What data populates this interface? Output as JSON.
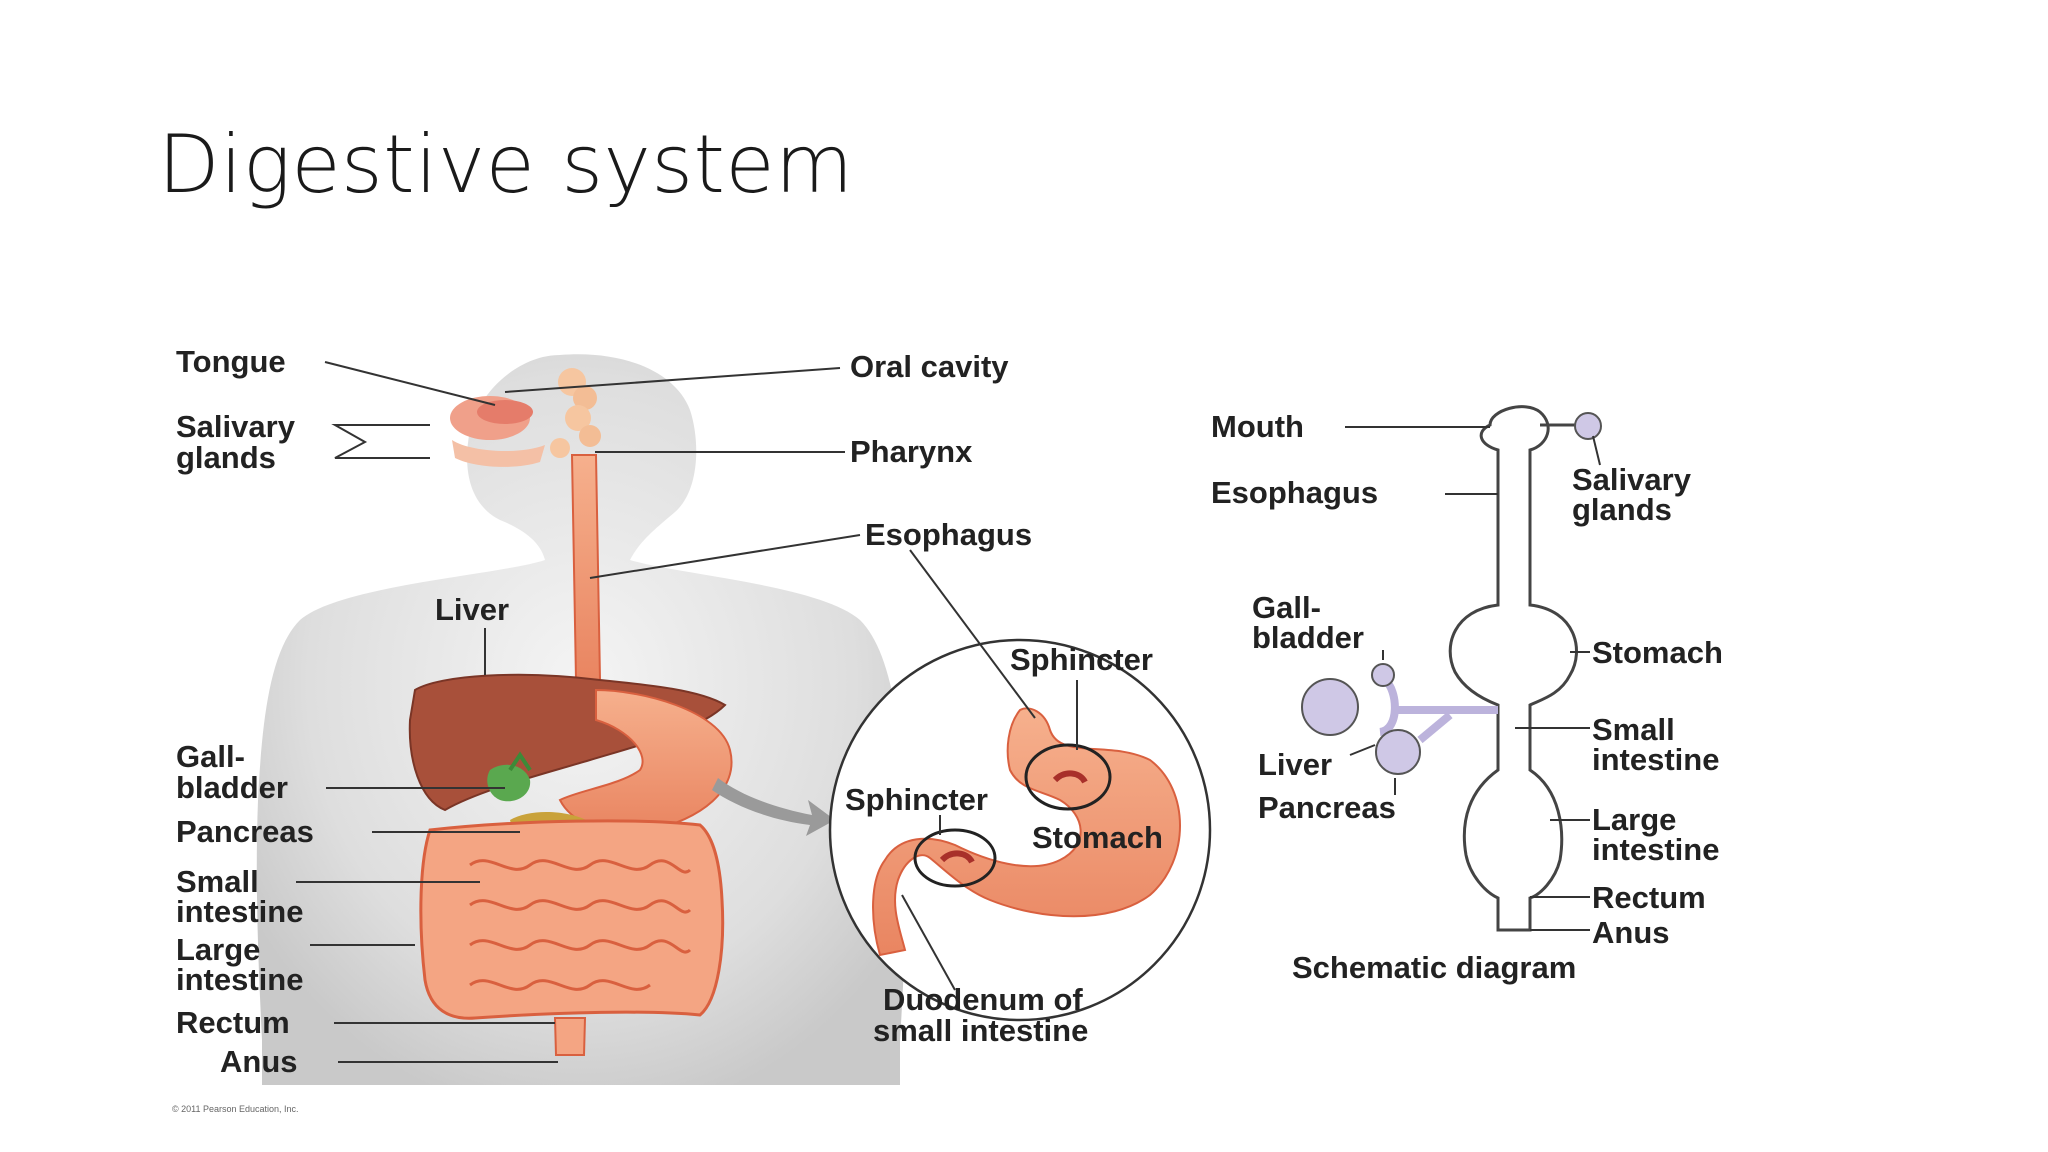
{
  "slide": {
    "title": "Digestive system"
  },
  "anatomy_labels": {
    "tongue": "Tongue",
    "salivary_glands": [
      "Salivary",
      "glands"
    ],
    "oral_cavity": "Oral cavity",
    "pharynx": "Pharynx",
    "esophagus": "Esophagus",
    "liver": "Liver",
    "gallbladder": [
      "Gall-",
      "bladder"
    ],
    "pancreas": "Pancreas",
    "small_intestine": [
      "Small",
      "intestine"
    ],
    "large_intestine": [
      "Large",
      "intestine"
    ],
    "rectum": "Rectum",
    "anus": "Anus"
  },
  "stomach_inset": {
    "sphincter_top": "Sphincter",
    "sphincter_bottom": "Sphincter",
    "stomach": "Stomach",
    "duodenum": [
      "Duodenum of",
      "small intestine"
    ]
  },
  "schematic": {
    "mouth": "Mouth",
    "esophagus": "Esophagus",
    "salivary_glands": [
      "Salivary",
      "glands"
    ],
    "gallbladder": [
      "Gall-",
      "bladder"
    ],
    "stomach": "Stomach",
    "liver": "Liver",
    "small_intestine": [
      "Small",
      "intestine"
    ],
    "pancreas": "Pancreas",
    "large_intestine": [
      "Large",
      "intestine"
    ],
    "rectum": "Rectum",
    "anus": "Anus",
    "caption": "Schematic diagram"
  },
  "copyright": "© 2011 Pearson Education, Inc.",
  "colors": {
    "body_silhouette": "#d9d9d9",
    "organ_flesh": "#f2a07b",
    "organ_dark": "#d9603f",
    "liver": "#a8503a",
    "gallbladder": "#5aa84f",
    "pancreas": "#c9a23a",
    "schematic_organ": "#cfc8e6"
  }
}
